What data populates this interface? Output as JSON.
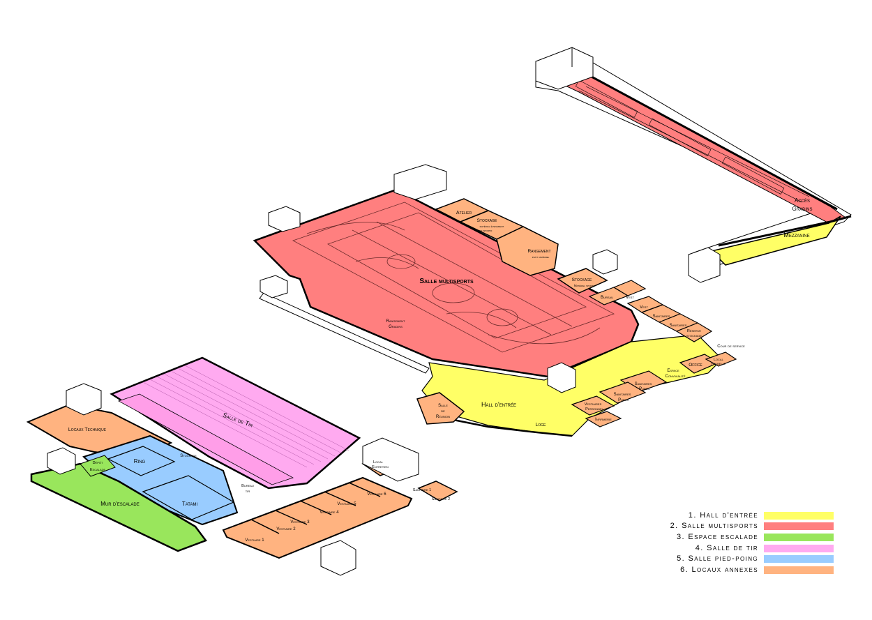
{
  "colors": {
    "hall": "#ffff66",
    "multisport": "#ff7f7f",
    "escalade": "#99e65c",
    "tir": "#ffaaf0",
    "pied_poing": "#99ccff",
    "annexes": "#ffb380",
    "line": "#000000",
    "court_line": "#7a3a3a"
  },
  "labels": {
    "salle_multisports": "Salle multisports",
    "atelier": "Atelier",
    "stockage": "Stockage",
    "stockage_sub1": "matériel évenement",
    "stockage_sub2": "non sportif",
    "rangement": "Rangement",
    "rangement_sub": "petit matériel",
    "stockage2": "Stockage",
    "stockage2_sub": "Matériel sportif",
    "bureau": "Bureau",
    "vest1": "Vest",
    "vest2": "Vest",
    "sanitaires1": "Sanitaires",
    "sanitaires2": "Sanitaires",
    "reserve": "Réserve",
    "reserve_sub": "stockage",
    "cour_service": "Cour de service",
    "office": "Office",
    "local_poubelle1": "Local",
    "local_poubelle2": "poubelle",
    "espace_conv1": "Espace",
    "espace_conv2": "Convivialité",
    "sanitaires_public1": "Sanitaires",
    "sanitaires_public1b": "Public",
    "sanitaires_public2": "Sanitaires",
    "sanitaires_public2b": "Public",
    "vestiaires_pers1": "Vestiaires",
    "vestiaires_pers2": "Personnel",
    "infirmerie": "Infirmerie",
    "loge": "Loge",
    "hall_entree": "Hall d'entrée",
    "salle_reunion1": "Salle",
    "salle_reunion2": "de",
    "salle_reunion3": "Réunion",
    "rangement_gradins1": "Rangement",
    "rangement_gradins2": "Gradins",
    "acces_gradins1": "Accès",
    "acces_gradins2": "Gradins",
    "mezzanine": "Mezzanine",
    "salle_tir": "Salle de Tir",
    "locaux_technique": "Locaux Technique",
    "ring": "Ring",
    "stockage3": "Stockage",
    "depot1": "Dépôt",
    "depot2": "Escalade",
    "tatami": "Tatami",
    "mur_escalade": "Mur d'escalade",
    "bureau_tir1": "Bureau",
    "bureau_tir2": "tir",
    "local_entretien1": "Local",
    "local_entretien2": "Entretien",
    "sanitaire1": "Sanitaire 1",
    "sanitaire2": "Sanitaire 2",
    "vestiaire1": "Vestiaire 1",
    "vestiaire2": "Vestiaire 2",
    "vestiaire3": "Vestiaire 3",
    "vestiaire4": "Vestiaire 4",
    "vestiaire5": "Vestiaire 5",
    "vestiaire6": "Vestiaire 6"
  },
  "legend": [
    {
      "label": "1. Hall d'entrée",
      "color": "#ffff66"
    },
    {
      "label": "2. Salle multisports",
      "color": "#ff7f7f"
    },
    {
      "label": "3. Espace escalade",
      "color": "#99e65c"
    },
    {
      "label": "4. Salle de tir",
      "color": "#ffaaf0"
    },
    {
      "label": "5. Salle pied-poing",
      "color": "#99ccff"
    },
    {
      "label": "6. Locaux annexes",
      "color": "#ffb380"
    }
  ]
}
